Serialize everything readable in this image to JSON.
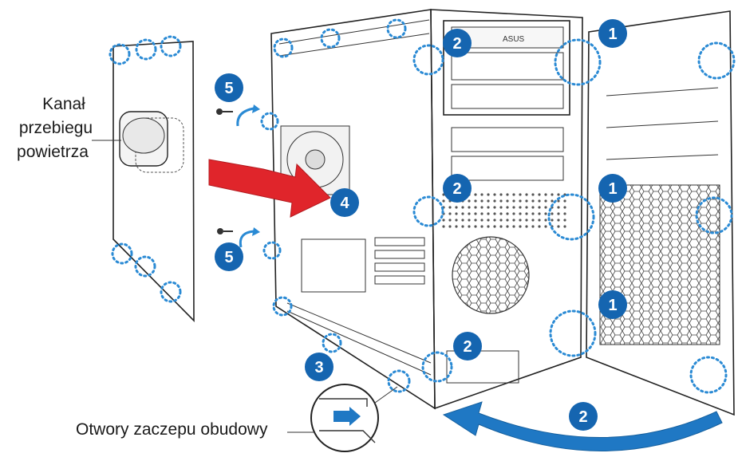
{
  "labels": {
    "air_duct": [
      "Kanał",
      "przebiegu",
      "powietrza"
    ],
    "chassis_holes": "Otwory zaczepu obudowy"
  },
  "badges": {
    "b1a": "1",
    "b1b": "1",
    "b1c": "1",
    "b2a": "2",
    "b2b": "2",
    "b2c": "2",
    "b2d": "2",
    "b3": "3",
    "b4": "4",
    "b5a": "5",
    "b5b": "5"
  },
  "colors": {
    "badge": "#1565b0",
    "dotted_circle": "#2a8ad4",
    "arrow_red": "#e0252b",
    "arrow_blue": "#1f78c4"
  },
  "logo_text": "ASUS"
}
